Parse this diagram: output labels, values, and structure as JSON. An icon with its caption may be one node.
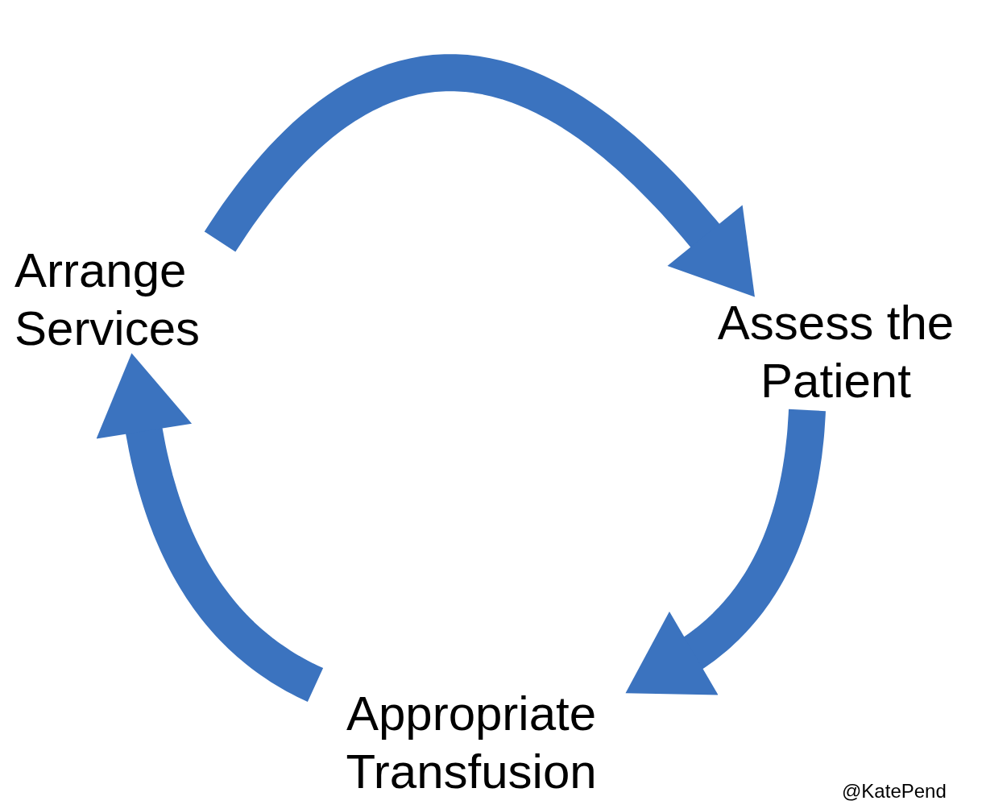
{
  "diagram": {
    "nodes": [
      {
        "text": [
          "Arrange Services"
        ]
      },
      {
        "text": [
          "Assess the Patient"
        ]
      },
      {
        "text": [
          "Appropriate Transfusion"
        ]
      }
    ],
    "edges": [
      {
        "from": 0,
        "to": 1,
        "arrow": "to"
      },
      {
        "from": 1,
        "to": 2,
        "arrow": "to"
      },
      {
        "from": 2,
        "to": 0,
        "arrow": "to"
      }
    ],
    "labels": [
      "@KatePend"
    ]
  }
}
